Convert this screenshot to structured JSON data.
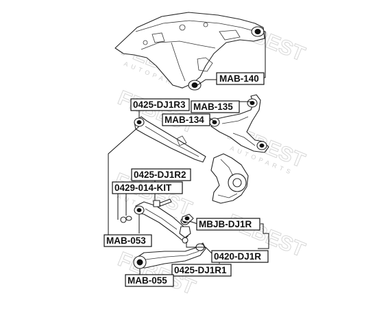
{
  "watermark": {
    "brand": "FEBEST",
    "sub": "AUTOPARTS"
  },
  "parts": [
    {
      "id": "mab140",
      "label": "MAB-140"
    },
    {
      "id": "r3",
      "label": "0425-DJ1R3"
    },
    {
      "id": "mab135",
      "label": "MAB-135"
    },
    {
      "id": "mab134",
      "label": "MAB-134"
    },
    {
      "id": "r2",
      "label": "0425-DJ1R2"
    },
    {
      "id": "kit",
      "label": "0429-014-KIT"
    },
    {
      "id": "mbjb",
      "label": "MBJB-DJ1R"
    },
    {
      "id": "mab053",
      "label": "MAB-053"
    },
    {
      "id": "dj1r",
      "label": "0420-DJ1R"
    },
    {
      "id": "r1",
      "label": "0425-DJ1R1"
    },
    {
      "id": "mab055",
      "label": "MAB-055"
    }
  ]
}
